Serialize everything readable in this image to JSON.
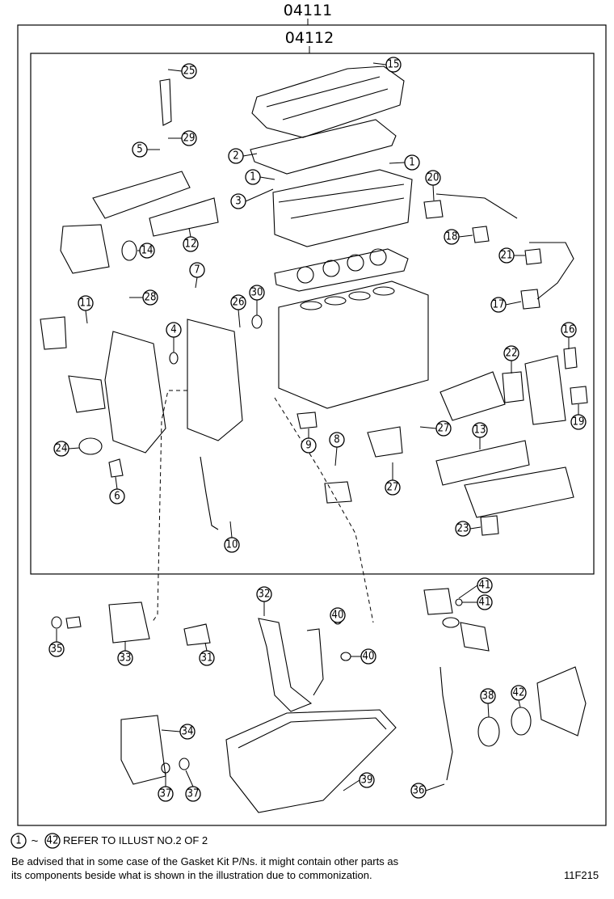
{
  "assembly": {
    "outer_number": "04111",
    "inner_number": "04112"
  },
  "callouts": [
    "1",
    "2",
    "3",
    "4",
    "5",
    "6",
    "7",
    "8",
    "9",
    "10",
    "11",
    "12",
    "13",
    "14",
    "15",
    "16",
    "17",
    "18",
    "19",
    "20",
    "21",
    "22",
    "23",
    "24",
    "25",
    "26",
    "27",
    "28",
    "29",
    "30",
    "31",
    "32",
    "33",
    "34",
    "35",
    "36",
    "37",
    "38",
    "39",
    "40",
    "41",
    "42"
  ],
  "footer": {
    "refer_start": "1",
    "refer_separator": "~",
    "refer_end": "42",
    "refer_text": "REFER TO ILLUST NO.2 OF 2",
    "advice_line1": "Be advised that in some case of the Gasket Kit P/Ns.  it might contain other parts as",
    "advice_line2": "its components beside what is shown in the illustration due to commonization.",
    "illustration_id": "11F215"
  }
}
